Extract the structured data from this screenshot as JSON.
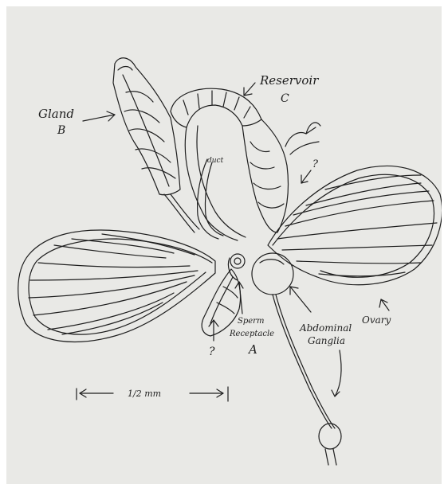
{
  "labels": {
    "gland": "Gland",
    "gland_letter": "B",
    "reservoir": "Reservoir",
    "reservoir_letter": "C",
    "duct": "duct",
    "question_upper": "?",
    "question_lower": "?",
    "sperm": "Sperm",
    "receptacle": "Receptacle",
    "receptacle_letter": "A",
    "abdominal": "Abdominal",
    "ganglia": "Ganglia",
    "ovary": "Ovary",
    "scale": "1/2 mm"
  },
  "colors": {
    "paper": "#e9e9e6",
    "ink": "#1e1e1e"
  }
}
